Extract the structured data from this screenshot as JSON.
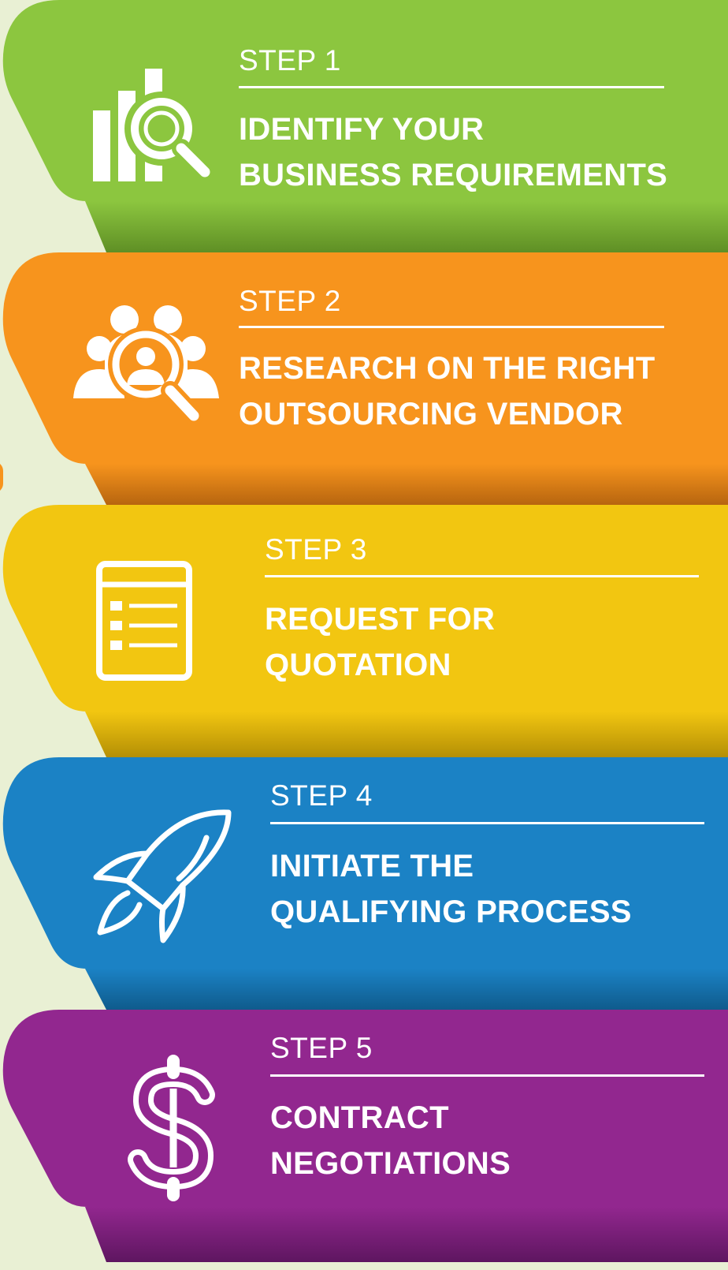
{
  "colors": {
    "background": "#e9f0d4",
    "step1": "#8cc63f",
    "step2": "#f7941d",
    "step3": "#f2c611",
    "step4": "#1b82c5",
    "step5": "#92278f"
  },
  "steps": [
    {
      "label": "STEP 1",
      "title_line1": "IDENTIFY YOUR",
      "title_line2": "BUSINESS REQUIREMENTS",
      "icon": "chart-magnifier-icon"
    },
    {
      "label": "STEP 2",
      "title_line1": "RESEARCH ON THE RIGHT",
      "title_line2": "OUTSOURCING VENDOR",
      "icon": "people-search-icon"
    },
    {
      "label": "STEP 3",
      "title_line1": "REQUEST FOR",
      "title_line2": "QUOTATION",
      "icon": "checklist-icon"
    },
    {
      "label": "STEP 4",
      "title_line1": "INITIATE THE",
      "title_line2": "QUALIFYING PROCESS",
      "icon": "rocket-icon"
    },
    {
      "label": "STEP 5",
      "title_line1": "CONTRACT",
      "title_line2": "NEGOTIATIONS",
      "icon": "dollar-icon"
    }
  ]
}
